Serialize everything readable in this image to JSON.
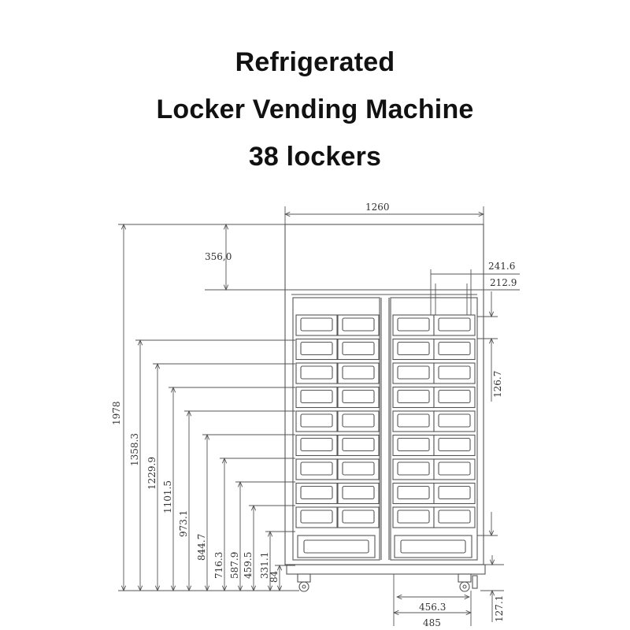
{
  "title": {
    "line1": "Refrigerated",
    "line2": "Locker Vending Machine",
    "line3": "38 lockers"
  },
  "dimensions": {
    "overall_width": "1260",
    "top_section_height": "356,0",
    "column_width_outer": "241.6",
    "column_width_inner": "212.9",
    "locker_pitch": "126.7",
    "total_height": "1978",
    "left_heights": [
      "1358.3",
      "1229.9",
      "1101.5",
      "973.1",
      "844.7",
      "716.3",
      "587.9",
      "459.5",
      "331.1",
      "84"
    ],
    "foot_height": "127.1",
    "door_width": "456.3",
    "base_width": "485"
  },
  "colors": {
    "line": "#555555",
    "text": "#111111"
  }
}
